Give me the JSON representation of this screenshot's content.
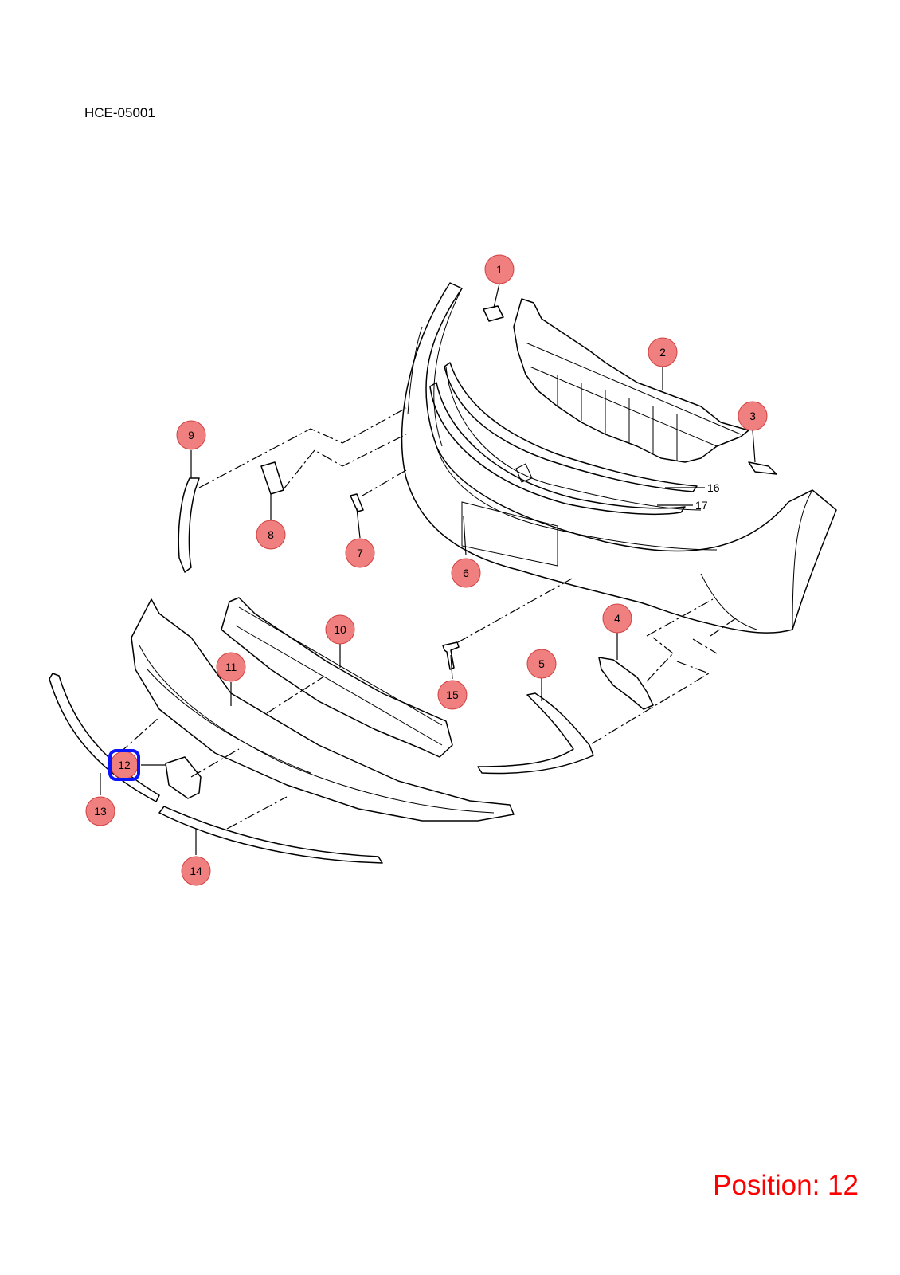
{
  "diagram_code": "HCE-05001",
  "position_label": "Position: 12",
  "highlight_color": "#0a14ff",
  "callout_color": "#f08080",
  "callouts": [
    {
      "label": "1"
    },
    {
      "label": "2"
    },
    {
      "label": "3"
    },
    {
      "label": "4"
    },
    {
      "label": "5"
    },
    {
      "label": "6"
    },
    {
      "label": "7"
    },
    {
      "label": "8"
    },
    {
      "label": "9"
    },
    {
      "label": "10"
    },
    {
      "label": "11"
    },
    {
      "label": "12"
    },
    {
      "label": "13"
    },
    {
      "label": "14"
    },
    {
      "label": "15"
    }
  ],
  "plain_labels": [
    {
      "label": "16"
    },
    {
      "label": "17"
    }
  ],
  "selected_position": "12"
}
